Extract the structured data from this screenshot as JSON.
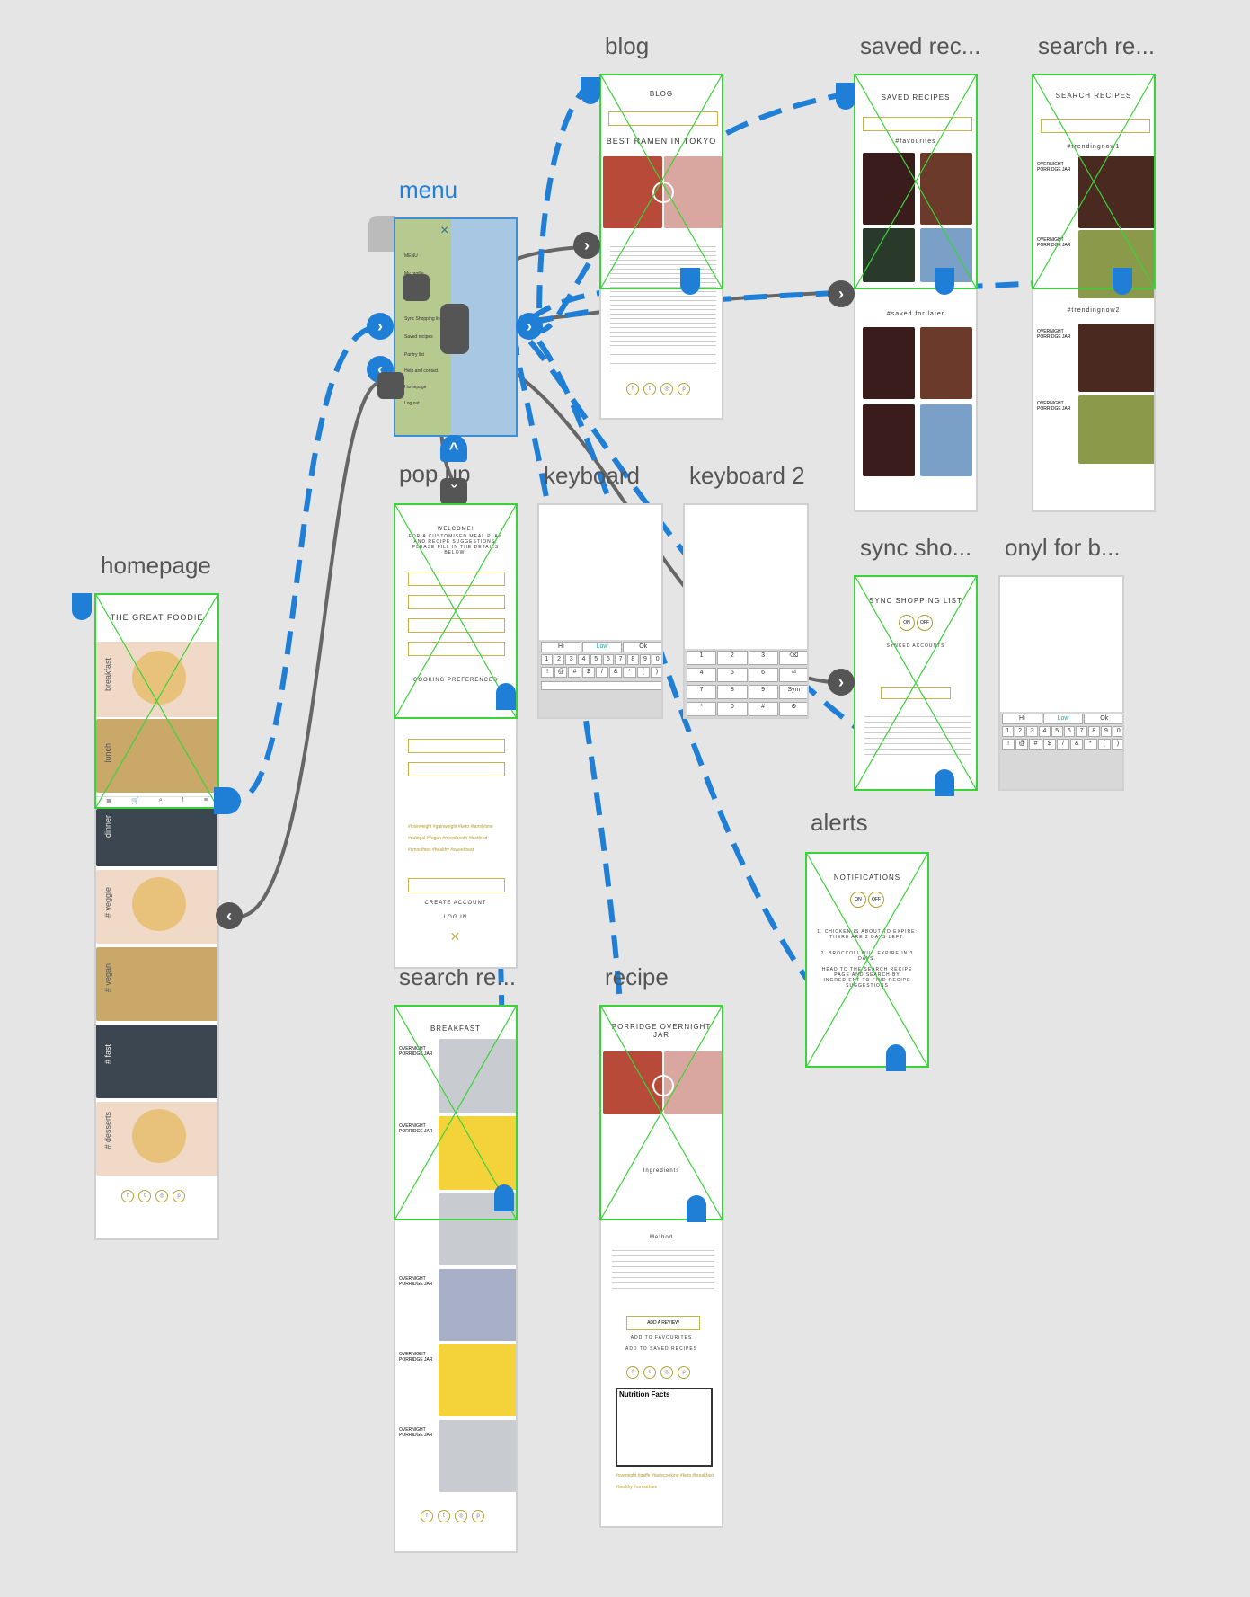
{
  "labels": {
    "blog": "blog",
    "saved": "saved rec...",
    "search1": "search re...",
    "menu": "menu",
    "popup": "pop up",
    "keyboard": "keyboard",
    "keyboard2": "keyboard 2",
    "sync": "sync sho...",
    "onyl": "onyl for b...",
    "homepage": "homepage",
    "alerts": "alerts",
    "search2": "search re...",
    "recipe": "recipe"
  },
  "home": {
    "title": "THE GREAT FOODIE",
    "categories": [
      "breakfast",
      "lunch",
      "dinner",
      "# veggie",
      "# vegan",
      "# fast",
      "# desserts"
    ]
  },
  "blog": {
    "title": "BLOG",
    "post_title": "BEST RAMEN IN TOKYO"
  },
  "saved": {
    "title": "SAVED RECIPES",
    "sec1": "#favourites",
    "sec2": "#saved for later"
  },
  "search": {
    "title": "SEARCH RECIPES",
    "sec1": "#trendingnow1",
    "sec2": "#trendingnow2",
    "item": "OVERNIGHT PORRIDGE JAR"
  },
  "menu": {
    "close": "×",
    "items": [
      "MENU",
      "My profile",
      "Sync Shopping list",
      "Saved recipes",
      "Pantry list",
      "Help and contact",
      "Homepage",
      "Log out"
    ]
  },
  "popup": {
    "title": "WELCOME!",
    "subtitle": "FOR A CUSTOMISED MEAL PLAN AND RECIPE SUGGESTIONS, PLEASE FILL IN THE DETAILS BELOW:",
    "section": "COOKING PREFERENCES",
    "create": "CREATE ACCOUNT",
    "login": "LOG IN"
  },
  "sync": {
    "title": "SYNC SHOPPING LIST",
    "on": "ON",
    "off": "OFF",
    "synced": "SYNCED ACCOUNTS"
  },
  "alerts": {
    "title": "NOTIFICATIONS",
    "on": "ON",
    "off": "OFF",
    "line1": "1. CHICKEN IS ABOUT TO EXPIRE: THERE ARE 2 DAYS LEFT.",
    "line2": "2. BROCCOLI WILL EXPIRE IN 3 DAYS.",
    "line3": "HEAD TO THE SEARCH RECIPE PAGE AND SEARCH BY INGREDIENT TO FIND RECIPE SUGGESTIONS"
  },
  "search2": {
    "title": "BREAKFAST",
    "item": "OVERNIGHT PORRIDGE JAR"
  },
  "recipe": {
    "title": "PORRIDGE OVERNIGHT JAR",
    "ingredients": "Ingredients",
    "method": "Method",
    "add_review": "ADD A REVIEW",
    "add_fav": "ADD TO FAVOURITES",
    "add_saved": "ADD TO SAVED RECIPES",
    "nutrition": "Nutrition Facts"
  },
  "keyboard": {
    "suggest": [
      "Hi",
      "Low",
      "Ok"
    ],
    "row1": [
      "1",
      "2",
      "3",
      "4",
      "5",
      "6",
      "7",
      "8",
      "9",
      "0"
    ],
    "row2": [
      "!",
      "@",
      "#",
      "$",
      "/",
      "&",
      "*",
      "(",
      ")"
    ]
  },
  "keyboard2": {
    "rows": [
      [
        "1",
        "2",
        "3",
        "⌫"
      ],
      [
        "4",
        "5",
        "6",
        "⏎"
      ],
      [
        "7",
        "8",
        "9",
        "Sym"
      ],
      [
        "*",
        "0",
        "#",
        "⚙"
      ]
    ]
  },
  "colors": {
    "accent": "#1f7fd6",
    "hotspot": "#3ad33a",
    "menu_bg": "#a8c7e2",
    "menu_left": "#b6c98e",
    "link_grey": "#666666",
    "gold": "#b39b2a"
  }
}
